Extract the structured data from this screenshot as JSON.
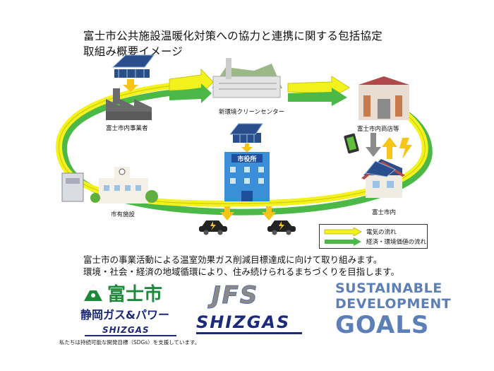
{
  "title": {
    "line1": "富士市公共施設温暖化対策への協力と連携に関する包括協定",
    "line2": "取組み概要イメージ"
  },
  "nodes": {
    "center": "新環境クリーンセンター",
    "business": "富士市内事業者",
    "shops": "富士市内商店等",
    "facilities": "市有施設",
    "city": "富士市内",
    "city_hall_sign": "市役所"
  },
  "legend": {
    "electricity": "電気の流れ",
    "value": "経済・環境価値の流れ"
  },
  "description": {
    "line1": "富士市の事業活動による温室効果ガス削減目標達成に向けて取り組みます。",
    "line2": "環境・社会・経済の地域循環により、住み続けられるまちづくりを目指します。"
  },
  "logos": {
    "fuji_city": "富士市",
    "shizuoka_gas_power": "静岡ガス&パワー",
    "shizgas_small": "SHIZGAS",
    "jfs": "JFS",
    "shizgas_big": "SHIZGAS",
    "sdgs_line1": "SUSTAINABLE",
    "sdgs_line2": "DEVELOPMENT",
    "sdgs_line3": "GOALS"
  },
  "sdg_support": "私たちは持続可能な開発目標（SDGs）を支援しています。",
  "colors": {
    "electricity_flow": "#f4f21c",
    "value_flow": "#4cb848",
    "sdgs_text": "#5d7fb8",
    "shizgas_blue": "#1b2a7a",
    "fuji_green": "#1d8a3a"
  }
}
